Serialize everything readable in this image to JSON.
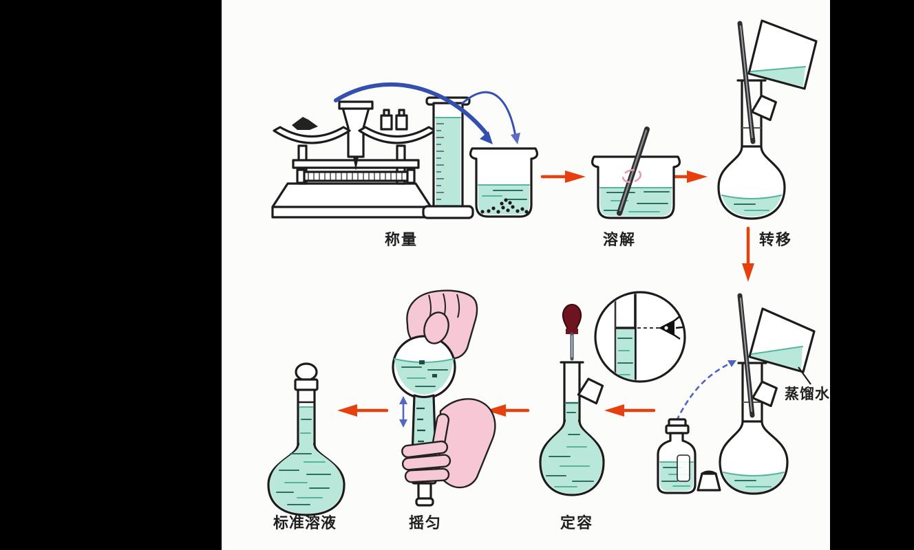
{
  "steps": {
    "weighing": "称量",
    "dissolving": "溶解",
    "transferring": "转移",
    "distilled_water": "蒸馏水",
    "fixing_volume": "定容",
    "shaking": "摇匀",
    "standard_solution": "标准溶液"
  },
  "colors": {
    "canvas_background": "#000000",
    "panel_background": "#fcfcfa",
    "solution_teal": "#b9e8da",
    "solution_streak_dark": "#2a6f5f",
    "solution_streak_light": "#55b59c",
    "flow_arrow_red": "#e5400e",
    "pour_arrow_blue": "#3450ae",
    "shake_arrow_blue": "#5568c0",
    "hand_pink": "#f6c8d5",
    "dropper_bulb_red": "#6e1420",
    "outline": "#1c1c1c"
  }
}
